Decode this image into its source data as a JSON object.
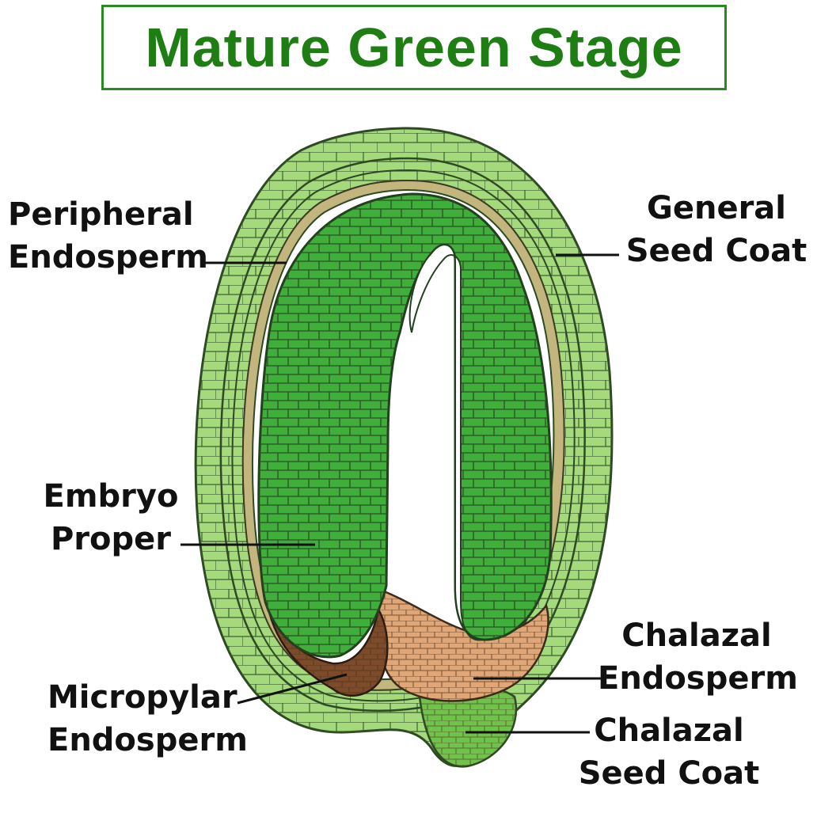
{
  "title": "Mature Green Stage",
  "labels": {
    "peripheral_endosperm": [
      "Peripheral",
      "Endosperm"
    ],
    "general_seed_coat": [
      "General",
      "Seed Coat"
    ],
    "embryo_proper": [
      "Embryo",
      "Proper"
    ],
    "chalazal_endosperm": [
      "Chalazal",
      "Endosperm"
    ],
    "micropylar_endosperm": [
      "Micropylar",
      "Endosperm"
    ],
    "chalazal_seed_coat": [
      "Chalazal",
      "Seed Coat"
    ]
  },
  "colors": {
    "title": "#1e7e14",
    "seed_coat": "#a4d97c",
    "peripheral_endosperm": "#c2b67e",
    "embryo": "#3fae3a",
    "chalazal_endosperm": "#e1a675",
    "micropylar_endosperm": "#7d4a2a",
    "chalazal_seed_coat": "#6fc24a"
  }
}
